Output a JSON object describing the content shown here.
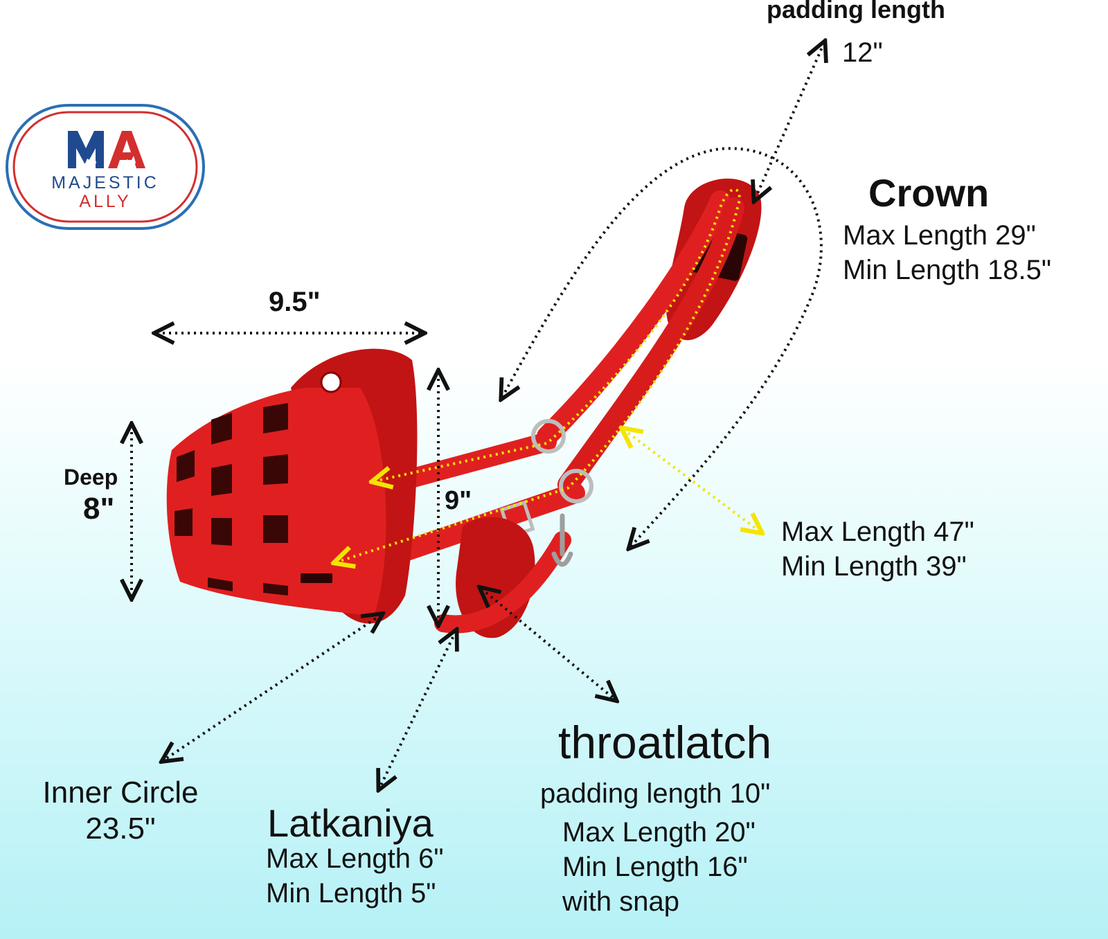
{
  "brand": {
    "logo_letters": "MA",
    "name_line1": "MAJESTIC",
    "name_line2": "ALLY",
    "colors": {
      "blue": "#1f4a8f",
      "red": "#d32f2f"
    }
  },
  "product": {
    "colors": {
      "strap": "#e02020",
      "fleece": "#c21414",
      "dark": "#3a0707",
      "dotted_arrow": "#111111",
      "highlight_arrow": "#f5e400"
    }
  },
  "labels": {
    "top_padding": {
      "title": "padding length",
      "value": "12\""
    },
    "crown": {
      "title": "Crown",
      "max": "Max Length 29\"",
      "min": "Min Length 18.5\""
    },
    "width_dim": "9.5\"",
    "deep": {
      "title": "Deep",
      "value": "8\""
    },
    "height_dim": "9\"",
    "cheek": {
      "max": "Max Length 47\"",
      "min": "Min Length 39\""
    },
    "throatlatch": {
      "title": "throatlatch",
      "padding": "padding length 10\"",
      "max": "Max Length 20\"",
      "min": "Min Length 16\"",
      "note": "with snap"
    },
    "inner_circle": {
      "title": "Inner Circle",
      "value": "23.5\""
    },
    "latkaniya": {
      "title": "Latkaniya",
      "max": "Max Length 6\"",
      "min": "Min Length 5\""
    }
  }
}
